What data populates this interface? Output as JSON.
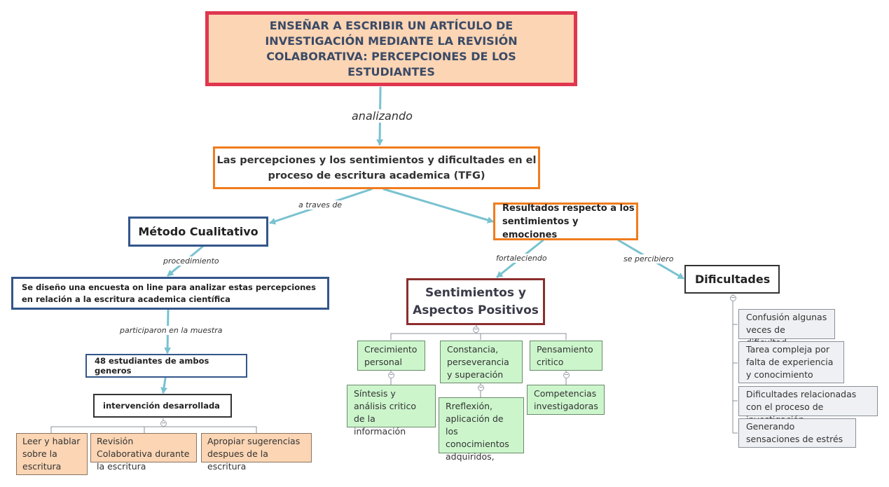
{
  "title": "ENSEÑAR A ESCRIBIR UN ARTÍCULO DE INVESTIGACIÓN MEDIANTE LA REVISIÓN COLABORATIVA: PERCEPCIONES DE LOS ESTUDIANTES",
  "links": {
    "analyzing": "analizando",
    "through": "a traves de",
    "procedure": "procedimiento",
    "participated": "participaron en la muestra",
    "strengthening": "fortaleciendo",
    "perceived": "se percibiero"
  },
  "focus": "Las percepciones y los sentimientos y dificultades en el proceso de escritura academica (TFG)",
  "method": {
    "title": "Método Cualitativo",
    "survey": "Se diseño una encuesta  on line para analizar estas percepciones en relación a la escritura academica científica",
    "students": "48 estudiantes de ambos generos",
    "intervention": "intervención desarrollada",
    "activities": [
      "Leer y hablar sobre la escritura",
      "Revisión Colaborativa durante la escritura",
      "Apropiar sugerencias despues de la escritura"
    ]
  },
  "results": {
    "title": "Resultados respecto a los sentimientos y emociones",
    "positive": {
      "title": "Sentimientos y Aspectos Positivos",
      "items": [
        {
          "label": "Crecimiento personal",
          "child": "Síntesis y análisis critico de la información"
        },
        {
          "label": "Constancia, perseverancia y superación",
          "child": "Rreflexión, aplicación de los conocimientos adquiridos,"
        },
        {
          "label": "Pensamiento critico",
          "child": "Competencias investigadoras"
        }
      ]
    },
    "difficulties": {
      "title": "Dificultades",
      "items": [
        "Confusión  algunas veces de dificultad",
        "Tarea compleja por falta de experiencia y conocimiento",
        "Dificultades relacionadas con el proceso de investigación",
        "Generando sensaciones de estrés"
      ]
    }
  },
  "colors": {
    "link": "#79c2d0",
    "tree_line": "#8a8f98",
    "title_fill": "#fbd5b4",
    "title_border": "#e0364f",
    "orange_border": "#f07c1e",
    "blue_border": "#33568a",
    "red_border": "#8b2e2e",
    "green_fill": "#ccf5cc",
    "gray_fill": "#eef0f3"
  }
}
